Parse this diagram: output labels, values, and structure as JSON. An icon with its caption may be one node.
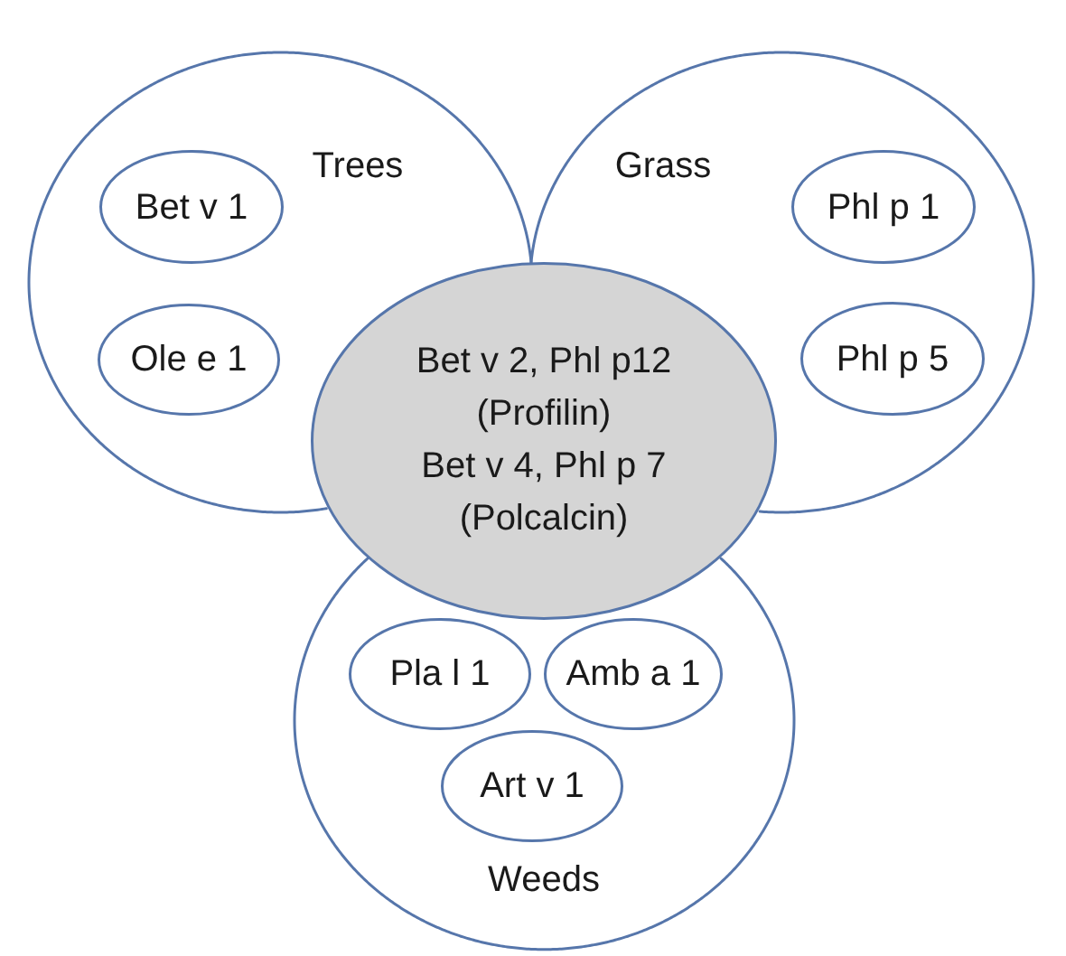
{
  "diagram": {
    "nodes": [
      {
        "text": [
          "Trees"
        ]
      },
      {
        "text": [
          "Bet v 1"
        ],
        "in": 0
      },
      {
        "text": [
          "Ole e 1"
        ],
        "in": 0
      },
      {
        "text": [
          "Grass"
        ]
      },
      {
        "text": [
          "Phl p 1"
        ],
        "in": 3
      },
      {
        "text": [
          "Phl p 5"
        ],
        "in": 3
      },
      {
        "text": [
          "Bet v 2, Phl p12 (Profilin)",
          "Bet v 4, Phl p 7 (Polcalcin)"
        ]
      },
      {
        "text": [
          "Weeds"
        ]
      },
      {
        "text": [
          "Pla l 1"
        ],
        "in": 7
      },
      {
        "text": [
          "Amb a 1"
        ],
        "in": 7
      },
      {
        "text": [
          "Art v 1"
        ],
        "in": 7
      }
    ]
  }
}
